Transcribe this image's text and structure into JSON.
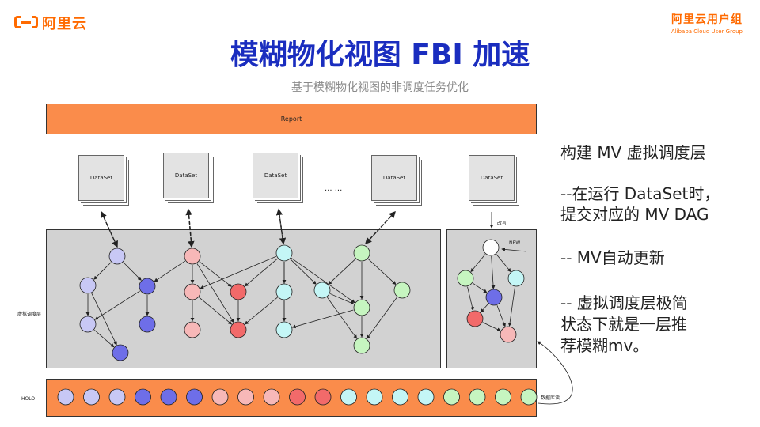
{
  "brand": {
    "left_logo": "阿里云",
    "right_logo_cn": "阿里云用户组",
    "right_logo_en": "Alibaba Cloud User Group"
  },
  "title": "模糊物化视图 FBI 加速",
  "subtitle": "基于模糊物化视图的非调度任务优化",
  "diagram": {
    "report_label": "Report",
    "dataset_label": "DataSet",
    "ellipsis": "... ...",
    "rewrite_label": "改写",
    "new_label": "NEW",
    "virtual_layer_label": "虚拟调度层",
    "holo_label": "HOLO",
    "read_label": "数据库读",
    "colors": {
      "purple_light": "#c8c8f5",
      "purple_dark": "#6e6ee8",
      "pink": "#f7b8b8",
      "red": "#f26a6a",
      "cyan": "#c4f6f6",
      "green": "#c6f5c0",
      "orange": "#fa8c4b",
      "panel": "#d2d2d2"
    },
    "holo_colors": [
      "purple_light",
      "purple_light",
      "purple_light",
      "purple_dark",
      "purple_dark",
      "purple_dark",
      "pink",
      "pink",
      "pink",
      "red",
      "red",
      "cyan",
      "cyan",
      "cyan",
      "cyan",
      "green",
      "green",
      "green",
      "green"
    ]
  },
  "notes": [
    "构建 MV 虚拟调度层",
    "--在运行 DataSet时，",
    "提交对应的 MV DAG",
    "-- MV自动更新",
    "-- 虚拟调度层极简",
    "状态下就是一层推",
    "荐模糊mv。"
  ]
}
